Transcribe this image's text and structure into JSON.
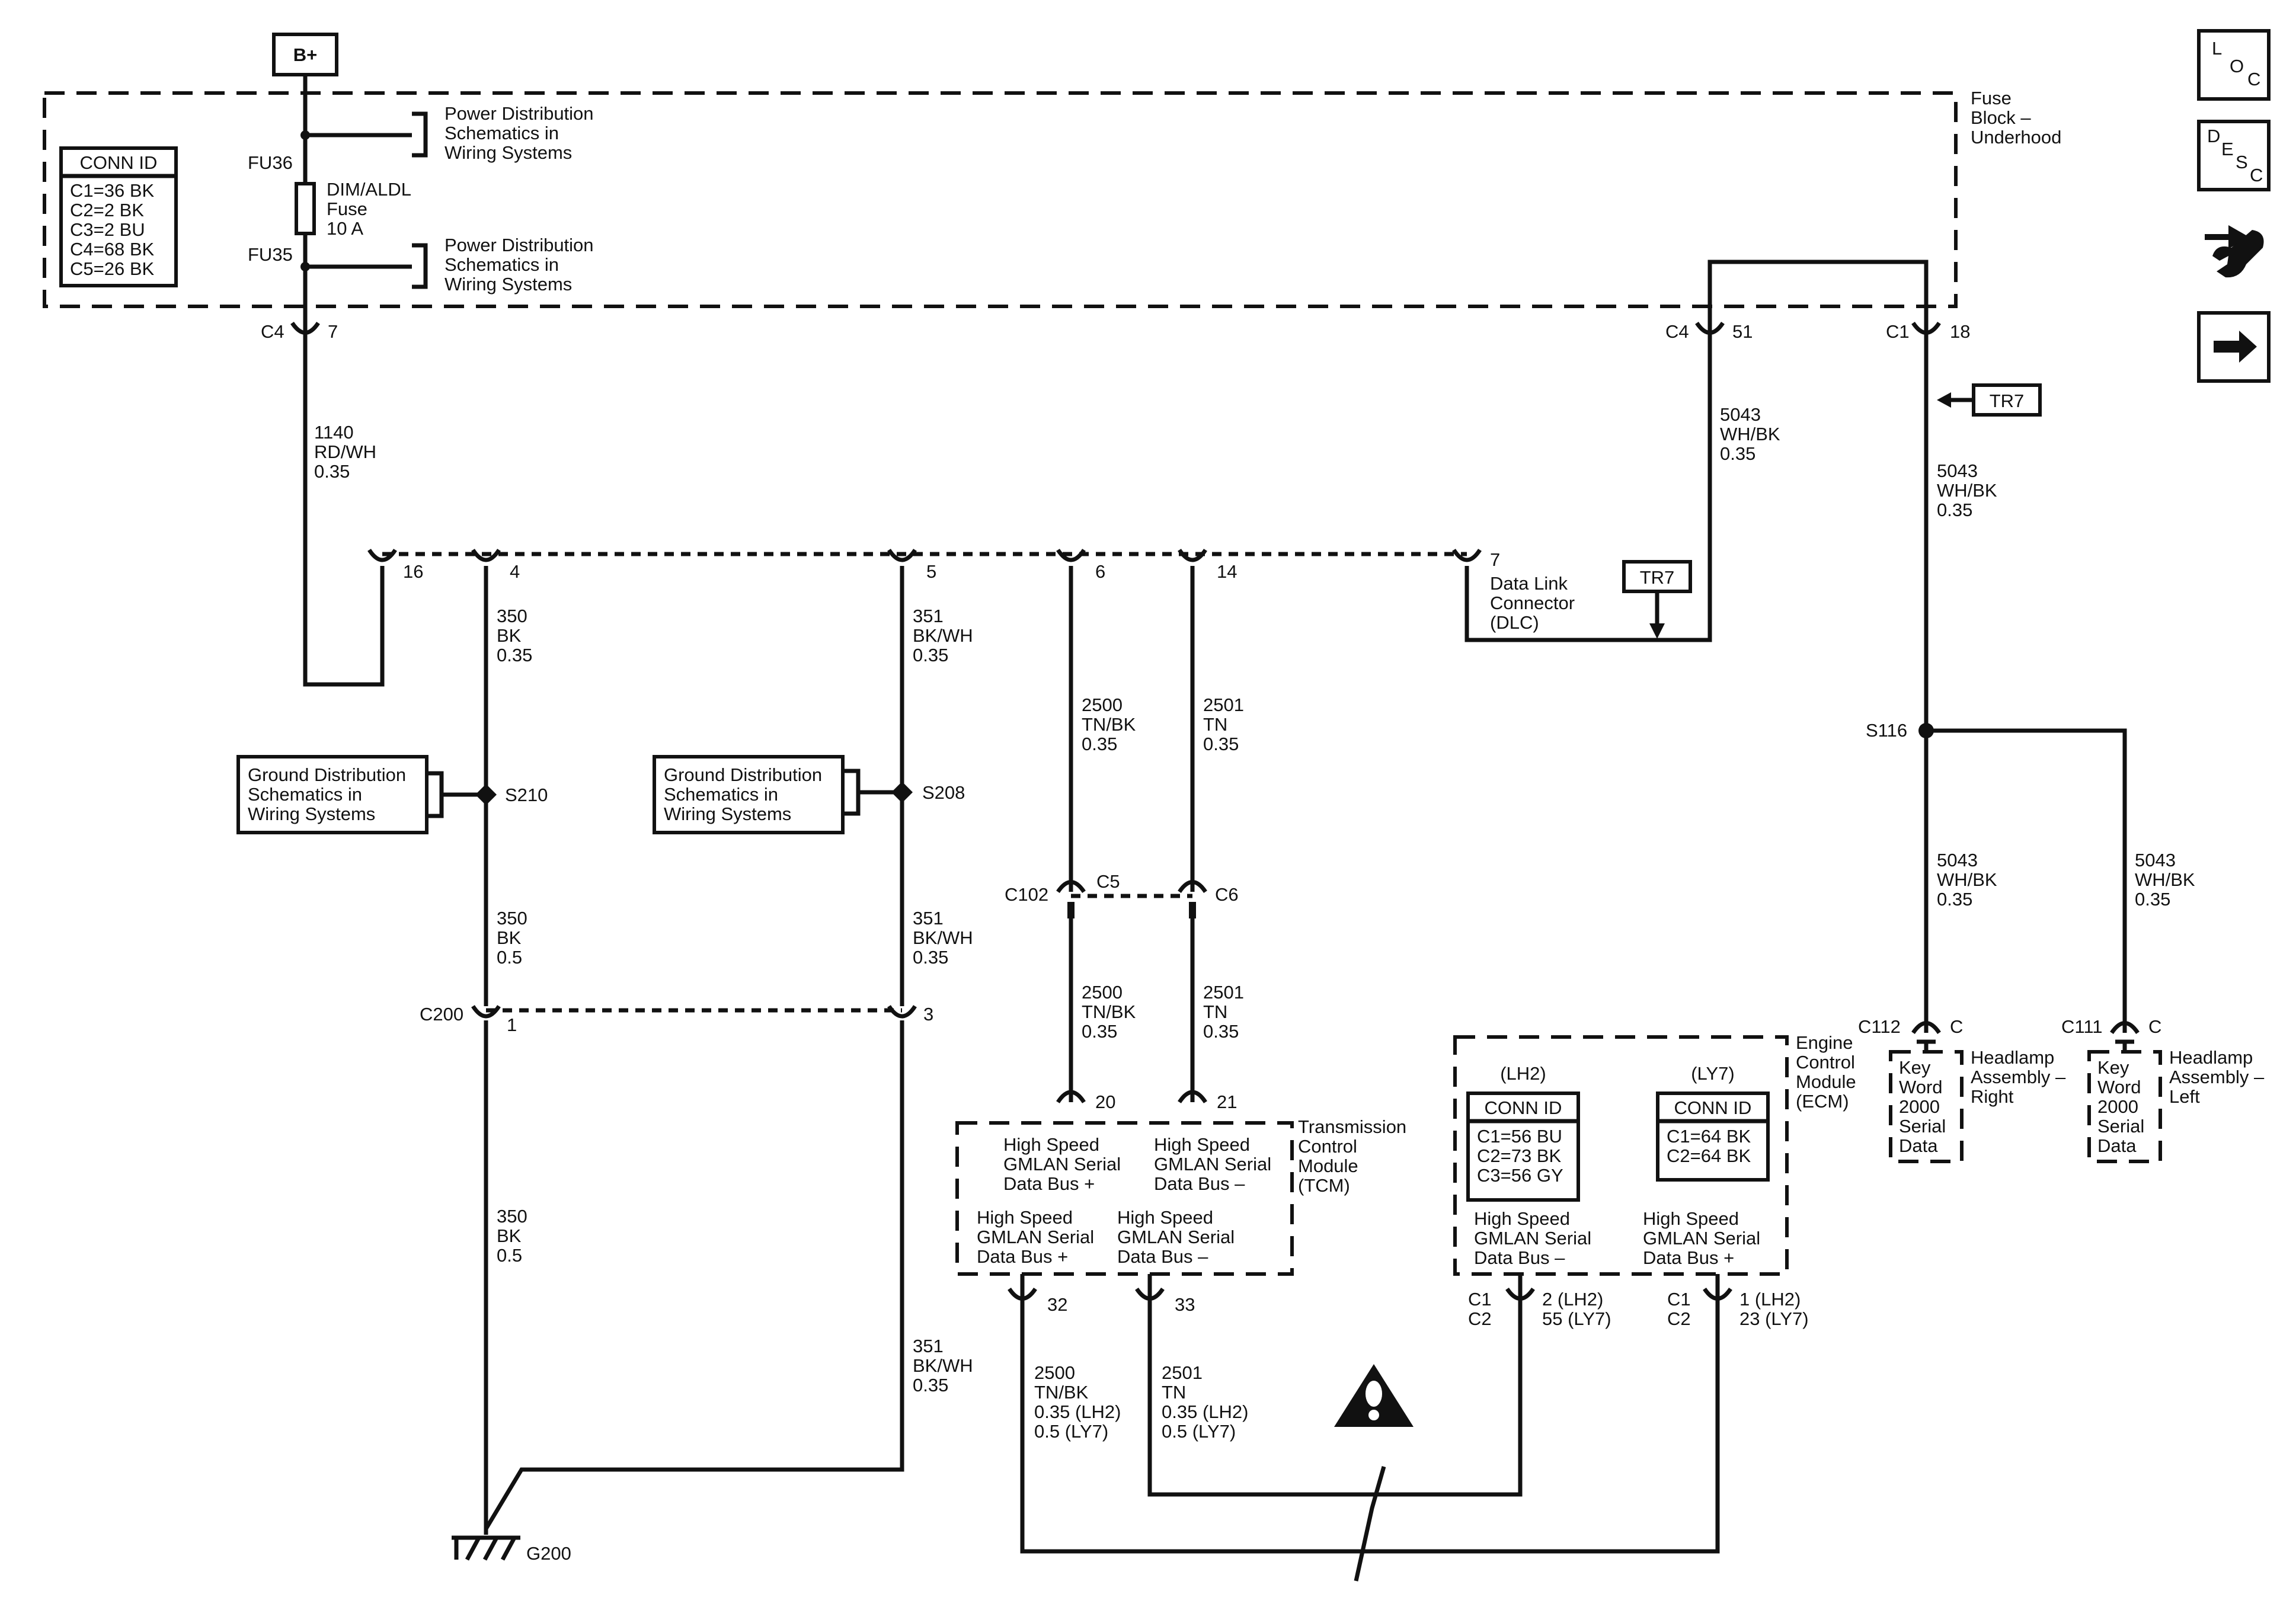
{
  "fuse_block": {
    "power_in": "B+",
    "name": [
      "Fuse",
      "Block –",
      "Underhood"
    ],
    "fu36": "FU36",
    "fu35": "FU35",
    "fuse_label": [
      "DIM/ALDL",
      "Fuse",
      "10 A"
    ],
    "power_dist_1": [
      "Power Distribution",
      "Schematics in",
      "Wiring Systems"
    ],
    "power_dist_2": [
      "Power Distribution",
      "Schematics in",
      "Wiring Systems"
    ],
    "conn_id": {
      "title": "CONN ID",
      "rows": [
        "C1=36 BK",
        "C2=2 BK",
        "C3=2 BU",
        "C4=68 BK",
        "C5=26 BK"
      ]
    }
  },
  "pins": {
    "c4_7": {
      "conn": "C4",
      "pin": "7"
    },
    "c4_51": {
      "conn": "C4",
      "pin": "51"
    },
    "c1_18": {
      "conn": "C1",
      "pin": "18"
    }
  },
  "wires": {
    "w1140": [
      "1140",
      "RD/WH",
      "0.35"
    ],
    "w5043_dlc": [
      "5043",
      "WH/BK",
      "0.35"
    ],
    "w5043_main": [
      "5043",
      "WH/BK",
      "0.35"
    ],
    "w350_top": [
      "350",
      "BK",
      "0.35"
    ],
    "w351_top": [
      "351",
      "BK/WH",
      "0.35"
    ],
    "w2500_top": [
      "2500",
      "TN/BK",
      "0.35"
    ],
    "w2501_top": [
      "2501",
      "TN",
      "0.35"
    ],
    "w350_mid": [
      "350",
      "BK",
      "0.5"
    ],
    "w351_mid": [
      "351",
      "BK/WH",
      "0.35"
    ],
    "w2500_mid": [
      "2500",
      "TN/BK",
      "0.35"
    ],
    "w2501_mid": [
      "2501",
      "TN",
      "0.35"
    ],
    "w350_low": [
      "350",
      "BK",
      "0.5"
    ],
    "w351_low": [
      "351",
      "BK/WH",
      "0.35"
    ],
    "w2500_low": [
      "2500",
      "TN/BK",
      "0.35 (LH2)",
      "0.5 (LY7)"
    ],
    "w2501_low": [
      "2501",
      "TN",
      "0.35 (LH2)",
      "0.5 (LY7)"
    ],
    "w5043_right": [
      "5043",
      "WH/BK",
      "0.35"
    ],
    "w5043_left": [
      "5043",
      "WH/BK",
      "0.35"
    ]
  },
  "tr7_top": "TR7",
  "tr7_dlc": "TR7",
  "dlc": {
    "pins": [
      "16",
      "4",
      "5",
      "6",
      "14",
      "7"
    ],
    "name": [
      "Data Link",
      "Connector",
      "(DLC)"
    ]
  },
  "ground_dist_1": [
    "Ground Distribution",
    "Schematics in",
    "Wiring Systems"
  ],
  "ground_dist_2": [
    "Ground Distribution",
    "Schematics in",
    "Wiring Systems"
  ],
  "splices": {
    "s210": "S210",
    "s208": "S208",
    "s116": "S116"
  },
  "c102": {
    "conn": "C102",
    "c5": "C5",
    "c6": "C6"
  },
  "c200": {
    "conn": "C200",
    "pin1": "1",
    "pin3": "3"
  },
  "ground": "G200",
  "tcm": {
    "name": [
      "Transmission",
      "Control",
      "Module",
      "(TCM)"
    ],
    "pin20": "20",
    "pin21": "21",
    "pin32": "32",
    "pin33": "33",
    "upper_plus": [
      "High Speed",
      "GMLAN Serial",
      "Data Bus +"
    ],
    "upper_minus": [
      "High Speed",
      "GMLAN Serial",
      "Data Bus –"
    ],
    "lower_plus": [
      "High Speed",
      "GMLAN Serial",
      "Data Bus +"
    ],
    "lower_minus": [
      "High Speed",
      "GMLAN Serial",
      "Data Bus –"
    ]
  },
  "ecm": {
    "name": [
      "Engine",
      "Control",
      "Module",
      "(ECM)"
    ],
    "lh2": {
      "label": "(LH2)",
      "title": "CONN ID",
      "rows": [
        "C1=56 BU",
        "C2=73 BK",
        "C3=56 GY"
      ]
    },
    "ly7": {
      "label": "(LY7)",
      "title": "CONN ID",
      "rows": [
        "C1=64 BK",
        "C2=64 BK"
      ]
    },
    "minus_label": [
      "High Speed",
      "GMLAN Serial",
      "Data Bus –"
    ],
    "plus_label": [
      "High Speed",
      "GMLAN Serial",
      "Data Bus +"
    ],
    "pin_minus": {
      "conns": [
        "C1",
        "C2"
      ],
      "pins": [
        "2 (LH2)",
        "55 (LY7)"
      ]
    },
    "pin_plus": {
      "conns": [
        "C1",
        "C2"
      ],
      "pins": [
        "1 (LH2)",
        "23 (LY7)"
      ]
    }
  },
  "headlamp_right": {
    "conn": "C112",
    "pin": "C",
    "name": [
      "Headlamp",
      "Assembly –",
      "Right"
    ],
    "body": [
      "Key",
      "Word",
      "2000",
      "Serial",
      "Data"
    ]
  },
  "headlamp_left": {
    "conn": "C111",
    "pin": "C",
    "name": [
      "Headlamp",
      "Assembly –",
      "Left"
    ],
    "body": [
      "Key",
      "Word",
      "2000",
      "Serial",
      "Data"
    ]
  },
  "side_icons": {
    "loc": [
      "L",
      "O",
      "C"
    ],
    "desc": [
      "D",
      "E",
      "S",
      "C"
    ],
    "tools_icon": "wrench-tools-icon",
    "next_icon": "arrow-right-icon"
  },
  "colors": {
    "line": "#111111",
    "background": "#ffffff"
  }
}
